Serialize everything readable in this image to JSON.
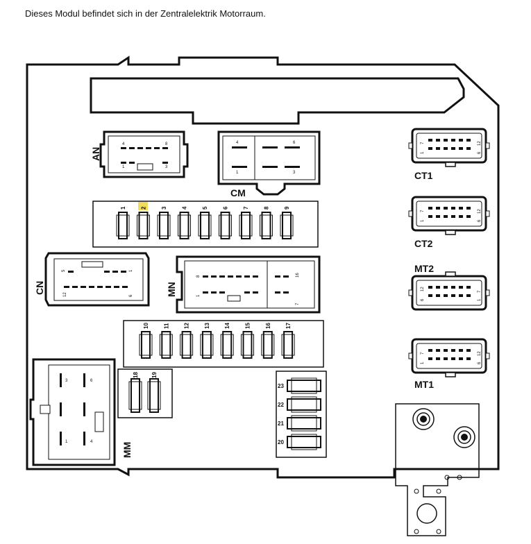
{
  "caption": "Dieses Modul befindet sich in der Zentralelektrik Motorraum.",
  "connectors": {
    "an": {
      "label": "AN",
      "pins": [
        "4",
        "8",
        "1",
        "3"
      ]
    },
    "cm": {
      "label": "CM",
      "pins": [
        "4",
        "6",
        "1",
        "3"
      ]
    },
    "cn": {
      "label": "CN",
      "pins": [
        "5",
        "1",
        "12",
        "6"
      ]
    },
    "mn": {
      "label": "MN",
      "pins": [
        "8",
        "16",
        "1",
        "7"
      ]
    },
    "mm": {
      "label": "MM",
      "pins": [
        "3",
        "6",
        "1",
        "4"
      ]
    },
    "ct1": {
      "label": "CT1",
      "pins": [
        "7",
        "12",
        "1",
        "6"
      ]
    },
    "ct2": {
      "label": "CT2",
      "pins": [
        "7",
        "12",
        "1",
        "6"
      ]
    },
    "mt2": {
      "label": "MT2",
      "pins": [
        "12",
        "7",
        "6",
        "1"
      ]
    },
    "mt1": {
      "label": "MT1",
      "pins": [
        "7",
        "12",
        "1",
        "6"
      ]
    }
  },
  "fuse_rows": {
    "row1": [
      "1",
      "2",
      "3",
      "4",
      "5",
      "6",
      "7",
      "8",
      "9"
    ],
    "row2": [
      "10",
      "11",
      "12",
      "13",
      "14",
      "15",
      "16",
      "17"
    ],
    "pair": [
      "18",
      "19"
    ],
    "side": [
      "23",
      "22",
      "21",
      "20"
    ]
  },
  "highlight_fuse": "2",
  "highlight_color": "#f2dc5a"
}
